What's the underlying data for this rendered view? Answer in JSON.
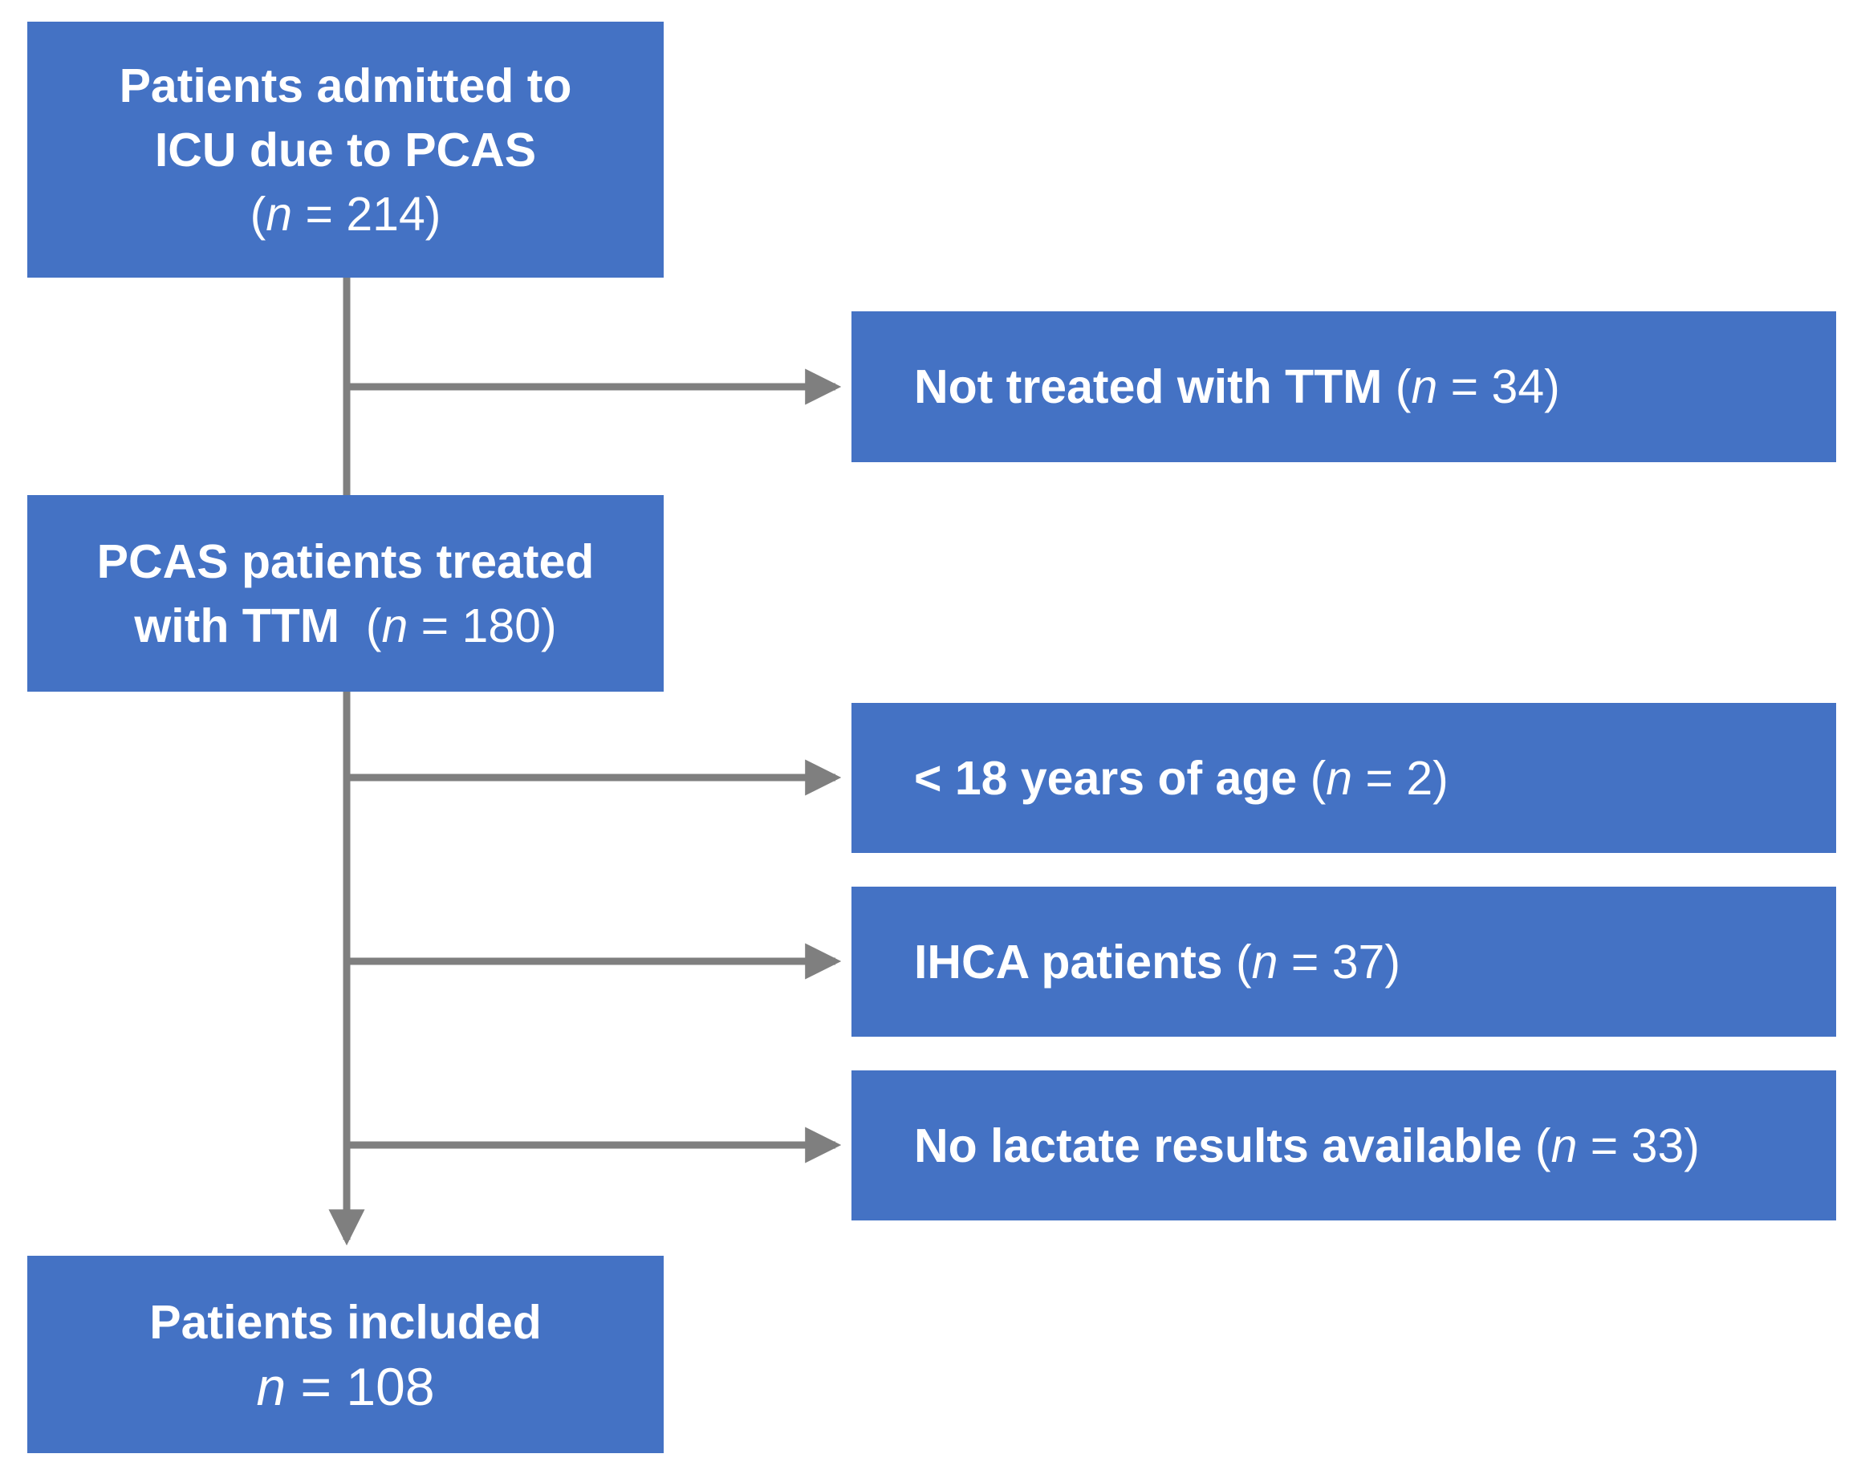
{
  "colors": {
    "box_fill": "#4472c4",
    "box_text": "#ffffff",
    "connector": "#7f7f7f"
  },
  "boxes": {
    "admitted": {
      "line1": "Patients admitted to",
      "line2": "ICU due to PCAS",
      "n_open": "(",
      "n_var": "n",
      "n_rest": " = 214)"
    },
    "treated": {
      "line1": "PCAS patients treated",
      "line2_bold": "with TTM",
      "n_open": "  (",
      "n_var": "n",
      "n_rest": " = 180)"
    },
    "included": {
      "line1": "Patients included",
      "n_var": "n",
      "n_rest": " = 108"
    }
  },
  "exclusions": {
    "not_ttm": {
      "label": "Not treated with TTM",
      "n_open": " (",
      "n_var": "n",
      "n_rest": " = 34)"
    },
    "age": {
      "label": "< 18 years of age",
      "n_open": " (",
      "n_var": "n",
      "n_rest": " = 2)"
    },
    "ihca": {
      "label": "IHCA patients",
      "n_open": " (",
      "n_var": "n",
      "n_rest": " = 37)"
    },
    "lactate": {
      "label": "No lactate results available",
      "n_open": " (",
      "n_var": "n",
      "n_rest": " = 33)"
    }
  }
}
